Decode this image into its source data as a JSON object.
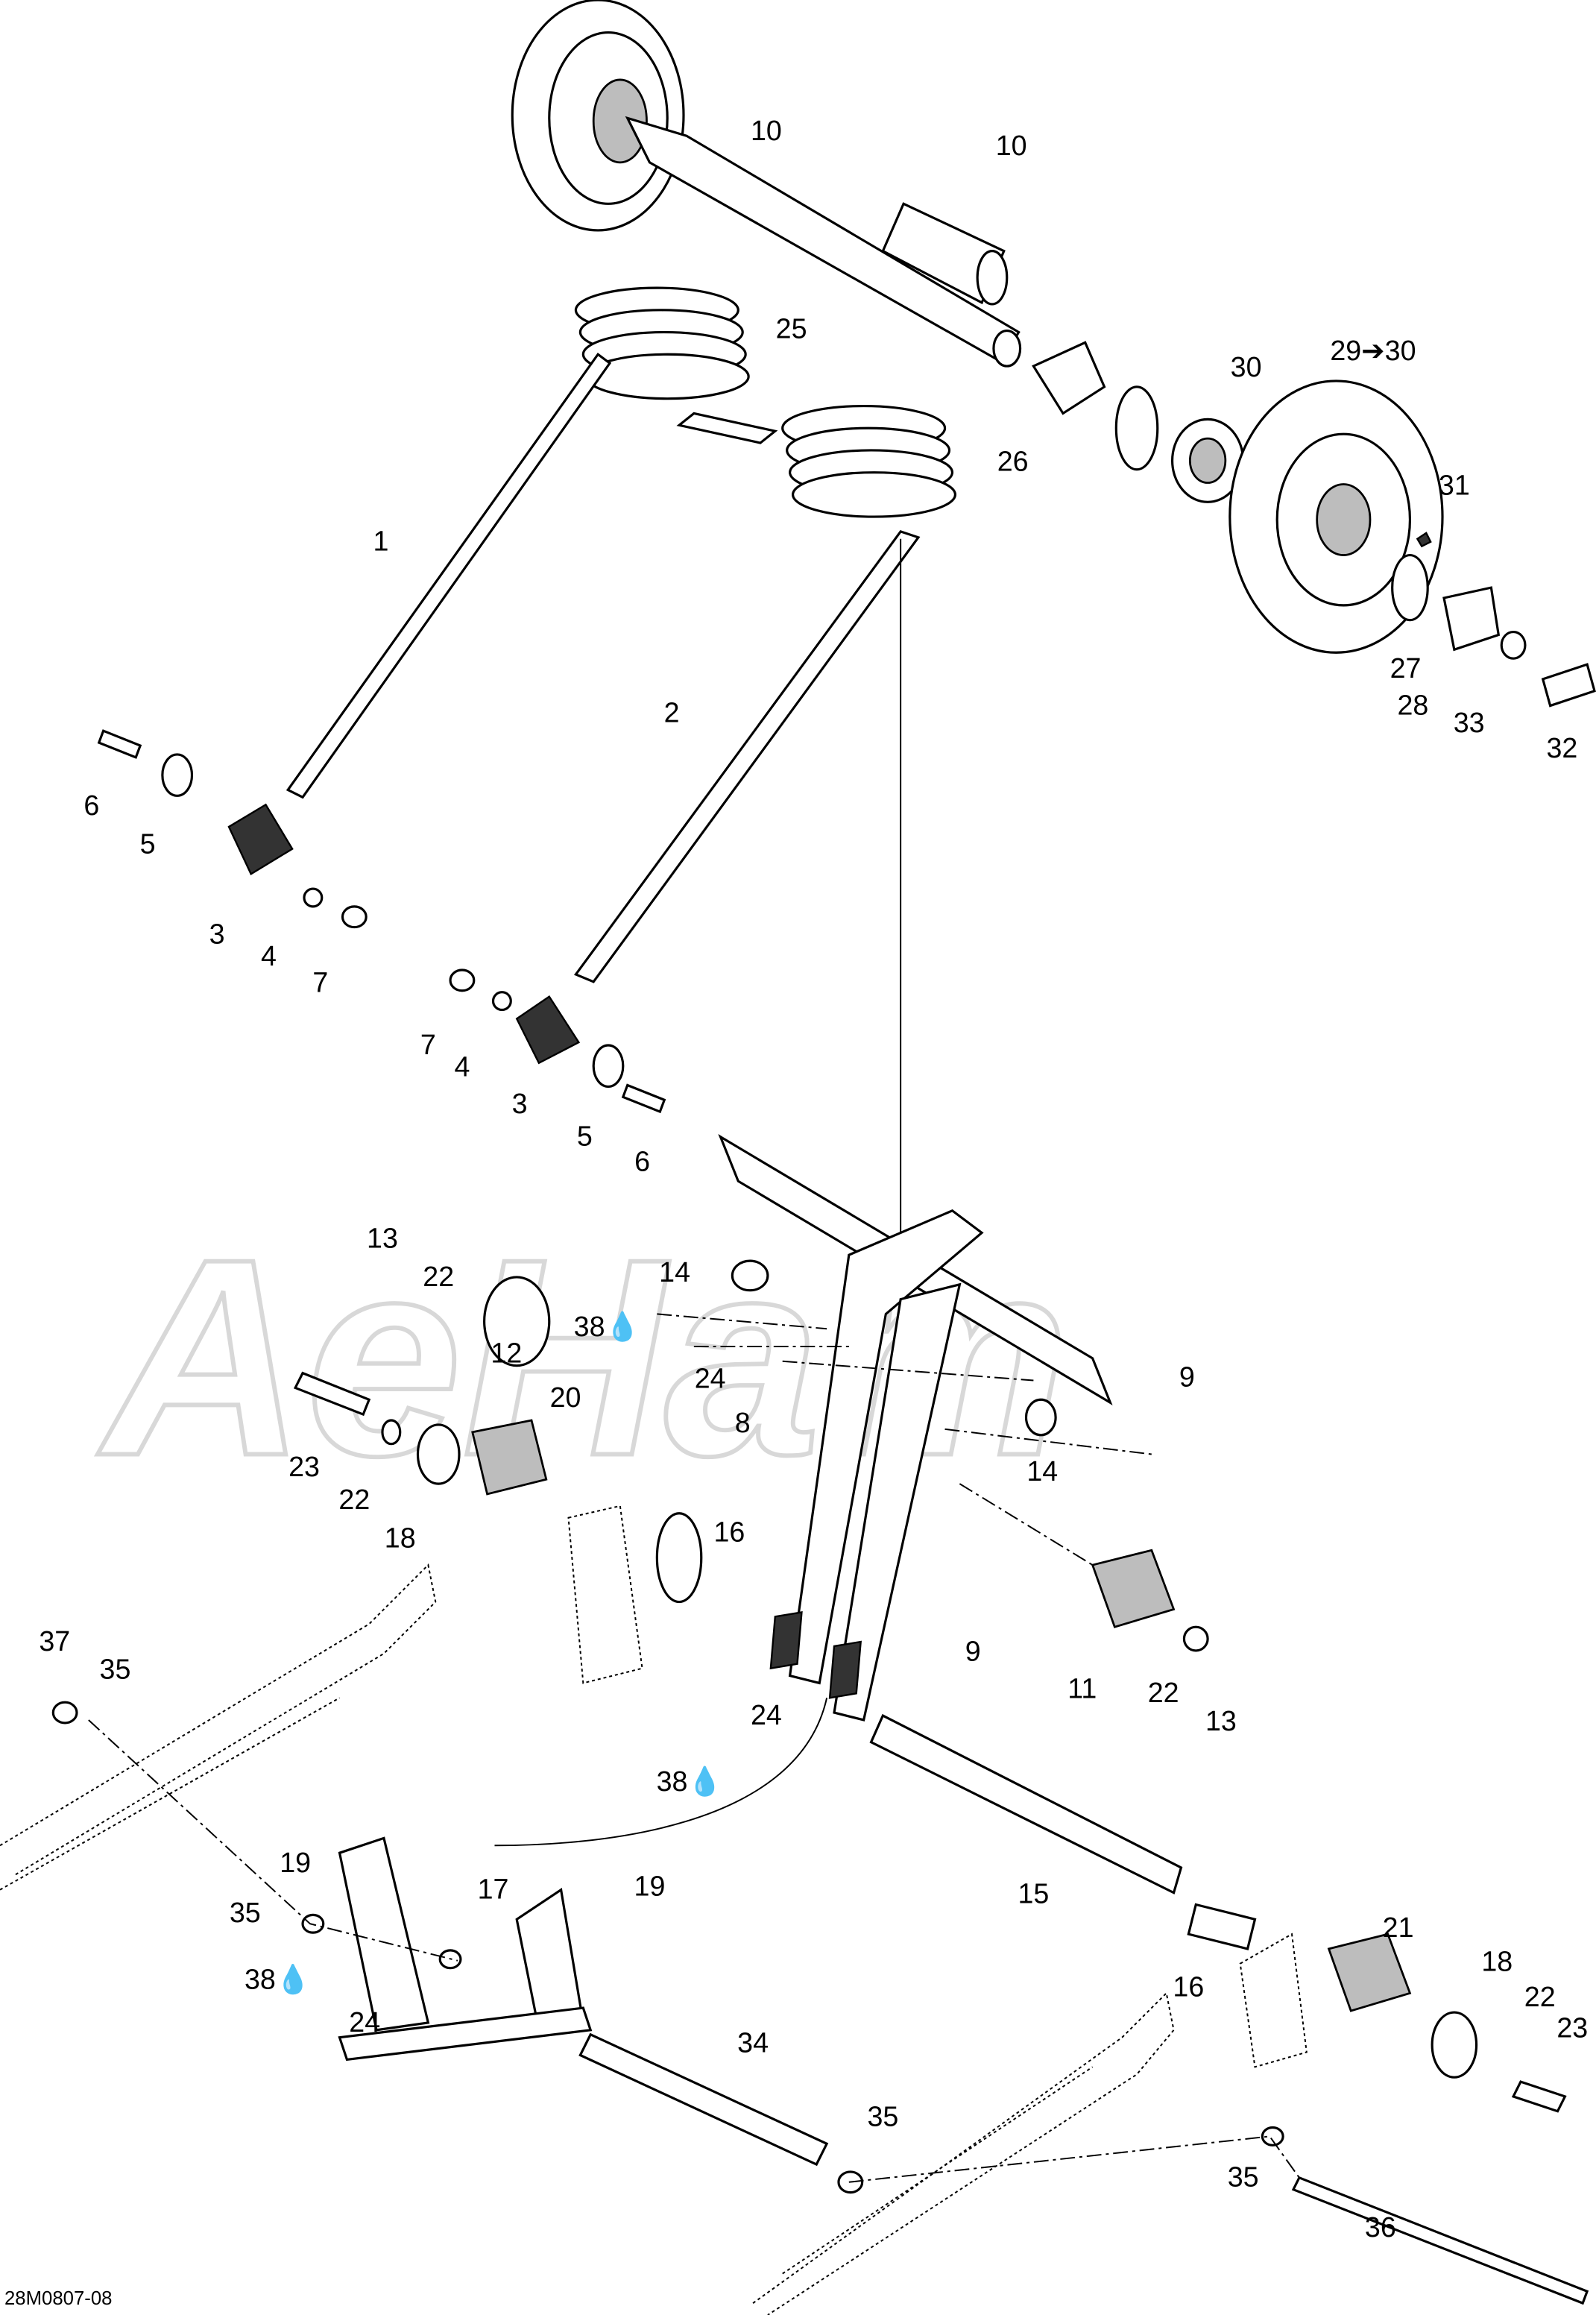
{
  "diagram_code": "28M0807-08",
  "watermark": "AeHam",
  "callouts": [
    "10",
    "10",
    "25",
    "26",
    "30",
    "29➔30",
    "31",
    "27",
    "28",
    "33",
    "32",
    "1",
    "2",
    "6",
    "5",
    "3",
    "4",
    "7",
    "7",
    "4",
    "3",
    "5",
    "6",
    "13",
    "22",
    "12",
    "14",
    "38💧",
    "24",
    "20",
    "23",
    "22",
    "18",
    "8",
    "9",
    "14",
    "16",
    "9",
    "11",
    "22",
    "13",
    "37",
    "35",
    "24",
    "38💧",
    "19",
    "15",
    "19",
    "17",
    "35",
    "38💧",
    "24",
    "21",
    "16",
    "18",
    "22",
    "23",
    "34",
    "35",
    "35",
    "36"
  ]
}
